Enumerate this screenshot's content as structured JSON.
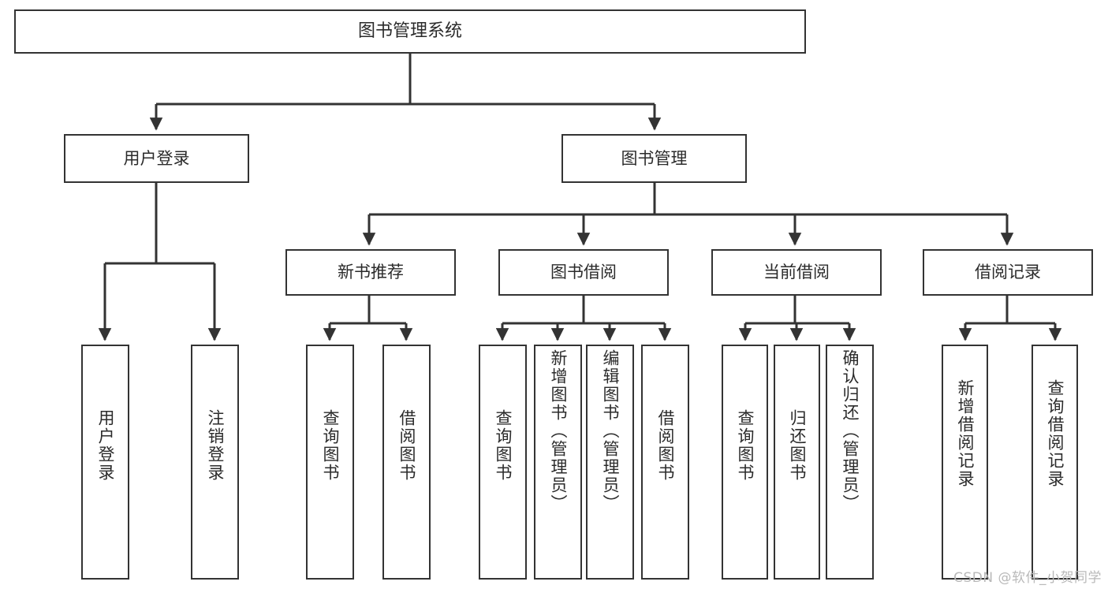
{
  "diagram": {
    "title": "图书管理系统",
    "type": "tree",
    "watermark": "CSDN @软件_小贺同学",
    "colors": {
      "box_border": "#333333",
      "box_fill": "#ffffff",
      "connector": "#333333",
      "text": "#2b2b2b",
      "watermark": "#b9b9b9"
    },
    "nodes": {
      "root": {
        "label": "图书管理系统"
      },
      "level2": [
        {
          "id": "user-login",
          "label": "用户登录"
        },
        {
          "id": "book-manage",
          "label": "图书管理"
        }
      ],
      "level3": [
        {
          "id": "new-book-recommend",
          "label": "新书推荐"
        },
        {
          "id": "book-borrow",
          "label": "图书借阅"
        },
        {
          "id": "current-borrow",
          "label": "当前借阅"
        },
        {
          "id": "borrow-record",
          "label": "借阅记录"
        }
      ],
      "leaves": {
        "user_login": [
          {
            "id": "leaf-user-login",
            "label": "用户登录"
          },
          {
            "id": "leaf-logout-login",
            "label": "注销登录"
          }
        ],
        "new_book_recommend": [
          {
            "id": "leaf-query-book-1",
            "label": "查询图书"
          },
          {
            "id": "leaf-borrow-book-1",
            "label": "借阅图书"
          }
        ],
        "book_borrow": [
          {
            "id": "leaf-query-book-2",
            "label": "查询图书"
          },
          {
            "id": "leaf-add-book",
            "label": "新增图书（管理员）"
          },
          {
            "id": "leaf-edit-book",
            "label": "编辑图书（管理员）"
          },
          {
            "id": "leaf-borrow-book-2",
            "label": "借阅图书"
          }
        ],
        "current_borrow": [
          {
            "id": "leaf-query-book-3",
            "label": "查询图书"
          },
          {
            "id": "leaf-return-book",
            "label": "归还图书"
          },
          {
            "id": "leaf-confirm-return",
            "label": "确认归还（管理员）"
          }
        ],
        "borrow_record": [
          {
            "id": "leaf-add-record",
            "label": "新增借阅记录"
          },
          {
            "id": "leaf-query-record",
            "label": "查询借阅记录"
          }
        ]
      }
    },
    "edges": [
      {
        "from": "图书管理系统",
        "to": "用户登录"
      },
      {
        "from": "图书管理系统",
        "to": "图书管理"
      },
      {
        "from": "用户登录",
        "to": "用户登录"
      },
      {
        "from": "用户登录",
        "to": "注销登录"
      },
      {
        "from": "图书管理",
        "to": "新书推荐"
      },
      {
        "from": "图书管理",
        "to": "图书借阅"
      },
      {
        "from": "图书管理",
        "to": "当前借阅"
      },
      {
        "from": "图书管理",
        "to": "借阅记录"
      },
      {
        "from": "新书推荐",
        "to": "查询图书"
      },
      {
        "from": "新书推荐",
        "to": "借阅图书"
      },
      {
        "from": "图书借阅",
        "to": "查询图书"
      },
      {
        "from": "图书借阅",
        "to": "新增图书（管理员）"
      },
      {
        "from": "图书借阅",
        "to": "编辑图书（管理员）"
      },
      {
        "from": "图书借阅",
        "to": "借阅图书"
      },
      {
        "from": "当前借阅",
        "to": "查询图书"
      },
      {
        "from": "当前借阅",
        "to": "归还图书"
      },
      {
        "from": "当前借阅",
        "to": "确认归还（管理员）"
      },
      {
        "from": "借阅记录",
        "to": "新增借阅记录"
      },
      {
        "from": "借阅记录",
        "to": "查询借阅记录"
      }
    ]
  }
}
